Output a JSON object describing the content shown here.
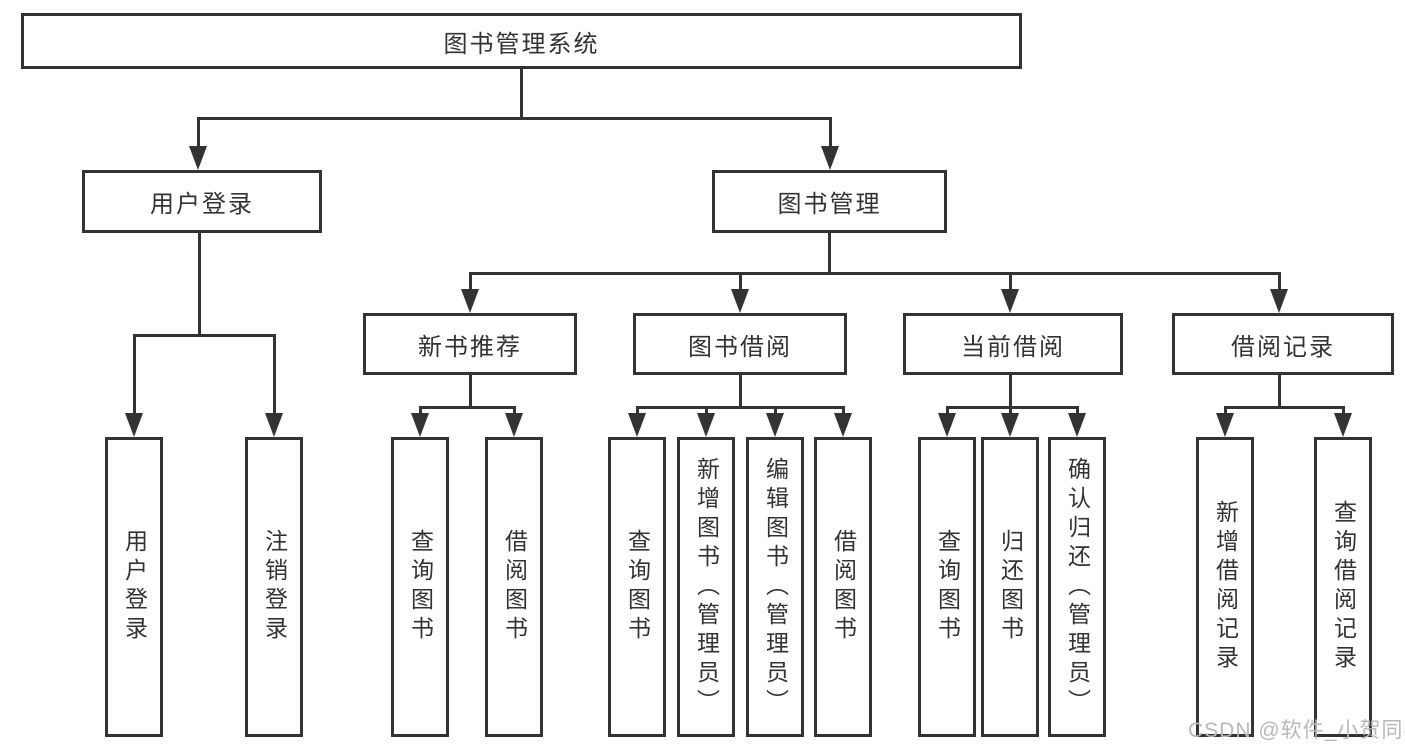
{
  "diagram": {
    "title": "图书管理系统",
    "level2": {
      "user_login": "用户登录",
      "book_mgmt": "图书管理"
    },
    "level3": {
      "new_rec": "新书推荐",
      "book_borrow": "图书借阅",
      "current_borrow": "当前借阅",
      "borrow_records": "借阅记录"
    },
    "leaves": {
      "user_login": [
        "用户登录",
        "注销登录"
      ],
      "new_rec": [
        "查询图书",
        "借阅图书"
      ],
      "book_borrow": [
        "查询图书",
        "新增图书（管理员）",
        "编辑图书（管理员）",
        "借阅图书"
      ],
      "current_borrow": [
        "查询图书",
        "归还图书",
        "确认归还（管理员）"
      ],
      "borrow_records": [
        "新增借阅记录",
        "查询借阅记录"
      ]
    },
    "watermark": "CSDN @软件_小贺同学",
    "colors": {
      "line": "#333333",
      "text": "#333333",
      "box_background": "#ffffff",
      "page_background": "#ffffff",
      "watermark": "#b9b9b9"
    }
  }
}
